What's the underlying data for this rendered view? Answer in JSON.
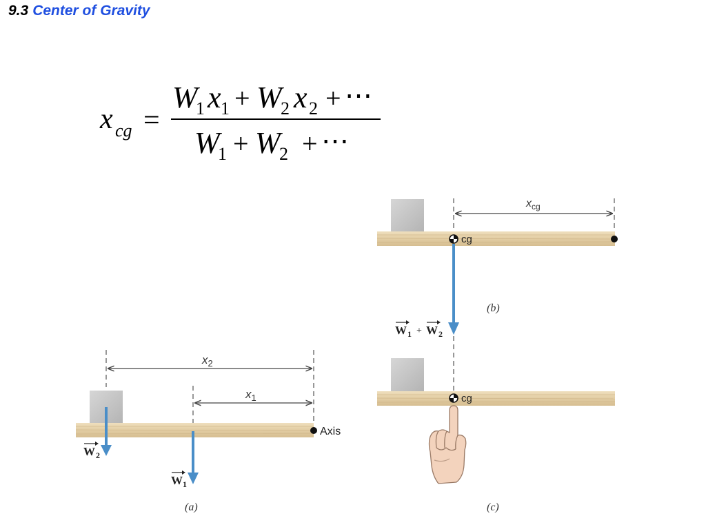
{
  "section": {
    "number": "9.3",
    "title": "Center of Gravity"
  },
  "formula": {
    "lhs_var": "x",
    "lhs_sub": "cg",
    "equals": "=",
    "num": {
      "w1": "W",
      "w1_sub": "1",
      "x1": "x",
      "x1_sub": "1",
      "plus1": "+",
      "w2": "W",
      "w2_sub": "2",
      "x2": "x",
      "x2_sub": "2",
      "plus2": "+",
      "dots": "⋯"
    },
    "den": {
      "w1": "W",
      "w1_sub": "1",
      "plus1": "+",
      "w2": "W",
      "w2_sub": "2",
      "plus2": "+",
      "dots": "⋯"
    }
  },
  "figures": {
    "a": {
      "x2_var": "x",
      "x2_sub": "2",
      "x1_var": "x",
      "x1_sub": "1",
      "axis_label": "Axis",
      "w2_var": "W",
      "w2_sub": "2",
      "w1_var": "W",
      "w1_sub": "1",
      "caption": "(a)"
    },
    "b": {
      "xcg_var": "x",
      "xcg_sub": "cg",
      "cg_label": "cg",
      "w_sum_w1": "W",
      "w_sum_w1_sub": "1",
      "w_sum_plus": "+",
      "w_sum_w2": "W",
      "w_sum_w2_sub": "2",
      "caption": "(b)"
    },
    "c": {
      "cg_label": "cg",
      "caption": "(c)"
    }
  },
  "colors": {
    "title_blue": "#1f4fe0",
    "arrow_blue": "#4a8ec8",
    "board": "#e3cfa6",
    "block": "#c6c6c6",
    "skin": "#f3d3bd"
  }
}
